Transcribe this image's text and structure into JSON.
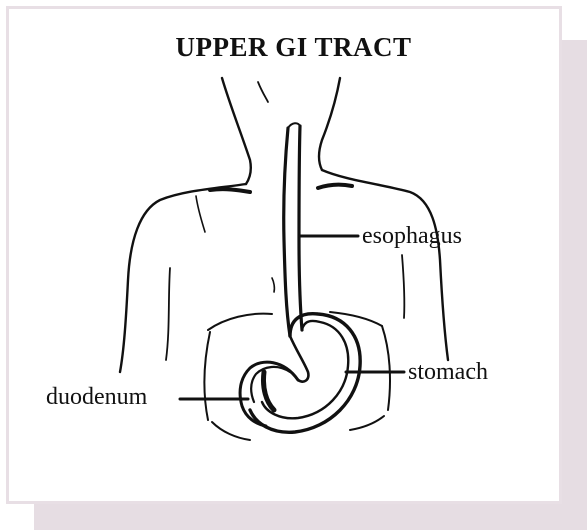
{
  "title": "UPPER GI TRACT",
  "labels": {
    "esophagus": "esophagus",
    "stomach": "stomach",
    "duodenum": "duodenum"
  },
  "colors": {
    "frame": "#e8dfe5",
    "shadow": "#e6dde3",
    "ink": "#111111"
  }
}
